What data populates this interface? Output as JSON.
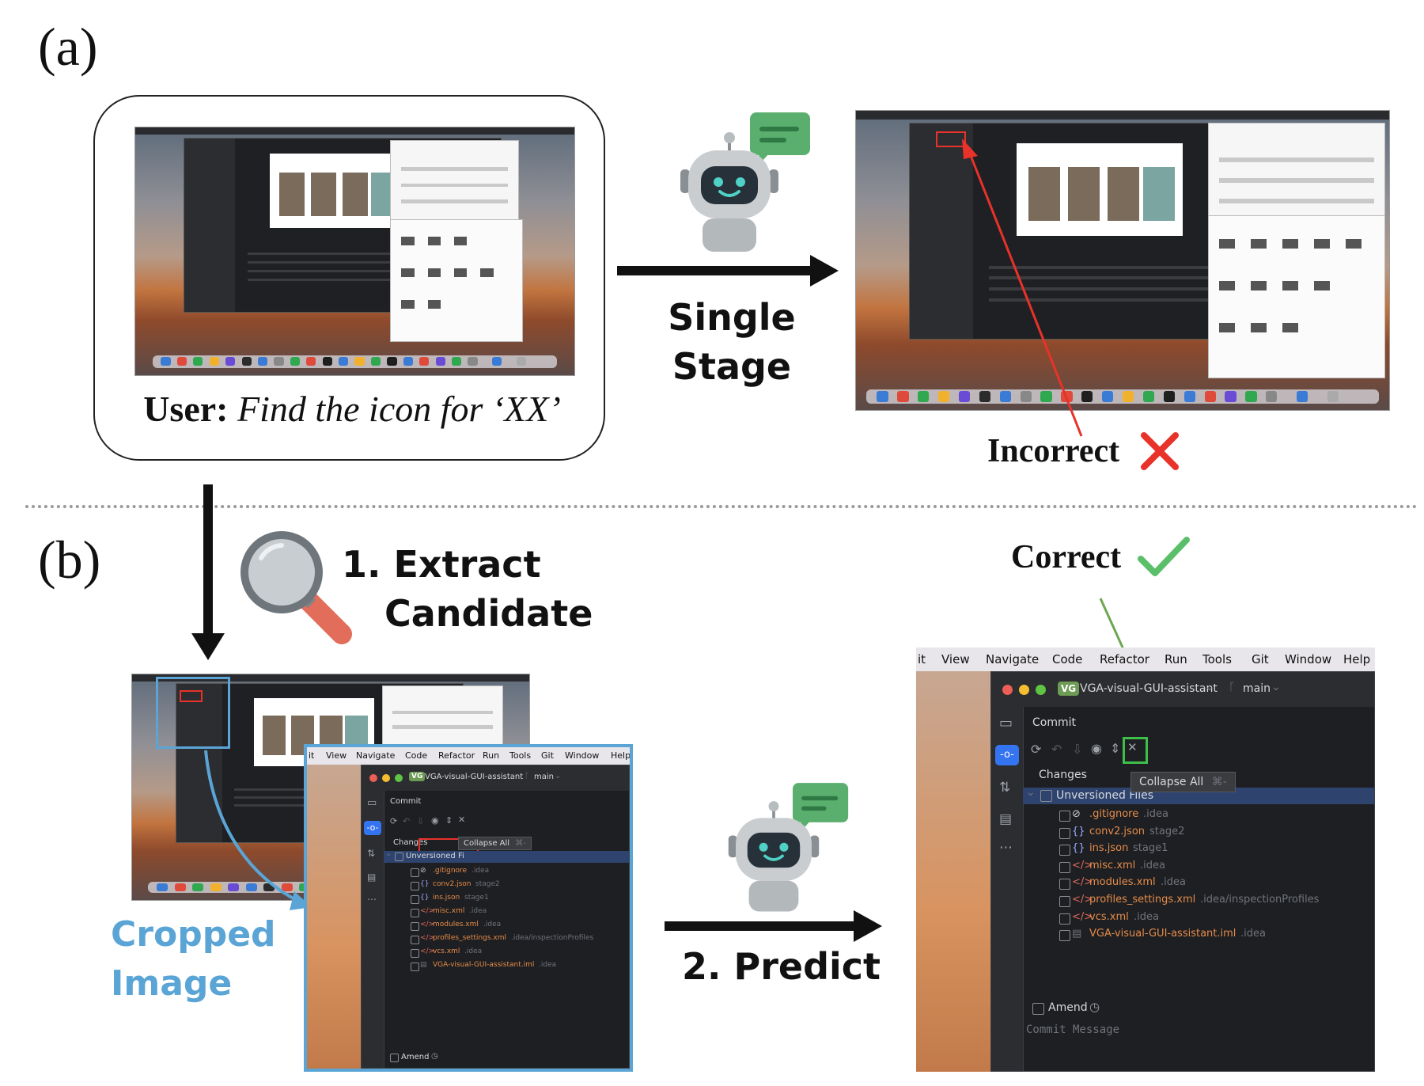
{
  "panel_a": {
    "label": "(a)"
  },
  "panel_b": {
    "label": "(b)"
  },
  "user_prompt": {
    "prefix": "User:",
    "query": "Find the icon for ‘XX’"
  },
  "single_stage": {
    "line1": "Single",
    "line2": "Stage"
  },
  "verdicts": {
    "incorrect": "Incorrect",
    "correct": "Correct"
  },
  "step1": {
    "line1": "1. Extract",
    "line2": "Candidate"
  },
  "step2": {
    "label": "2. Predict"
  },
  "cropped_caption": {
    "line1": "Cropped",
    "line2": "Image"
  },
  "ide": {
    "menu": [
      "it",
      "View",
      "Navigate",
      "Code",
      "Refactor",
      "Run",
      "Tools",
      "Git",
      "Window",
      "Help"
    ],
    "small_menu": [
      "it",
      "View",
      "Navigate",
      "Code",
      "Refactor",
      "Run",
      "Tools",
      "Git",
      "Window",
      "Help"
    ],
    "project_badge": "VG",
    "project_name": "VGA-visual-GUI-assistant",
    "branch": "main",
    "commit_title": "Commit",
    "changes_label": "Changes",
    "unversioned_label": "Unversioned Files",
    "unversioned_label_small": "Unversioned Fi",
    "tooltip": "Collapse All",
    "tooltip_shortcut": "⌘-",
    "files": [
      {
        "name": ".gitignore",
        "dir": ".idea",
        "icon": "⊘"
      },
      {
        "name": "conv2.json",
        "dir": "stage2",
        "icon": "{}"
      },
      {
        "name": "ins.json",
        "dir": "stage1",
        "icon": "{}"
      },
      {
        "name": "misc.xml",
        "dir": ".idea",
        "icon": "</>"
      },
      {
        "name": "modules.xml",
        "dir": ".idea",
        "icon": "</>"
      },
      {
        "name": "profiles_settings.xml",
        "dir": ".idea/inspectionProfiles",
        "icon": "</>"
      },
      {
        "name": "vcs.xml",
        "dir": ".idea",
        "icon": "</>"
      },
      {
        "name": "VGA-visual-GUI-assistant.iml",
        "dir": ".idea",
        "icon": "▤"
      }
    ],
    "amend_label": "Amend",
    "commit_placeholder": "Commit Message"
  },
  "colors": {
    "incorrect": "#e8322a",
    "correct": "#6aa84f",
    "cropped": "#5aa5d6",
    "selection": "#2e436e",
    "speech_bubble": "#5aaf6e"
  }
}
